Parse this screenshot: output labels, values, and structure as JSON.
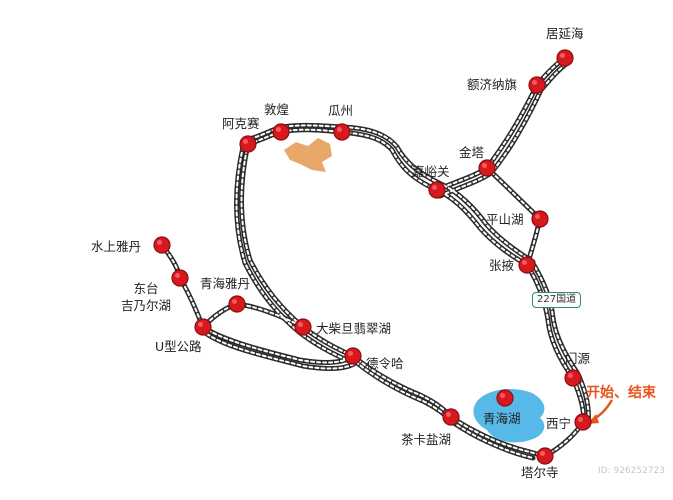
{
  "stops": [
    {
      "id": "juyanhai",
      "label": "居延海"
    },
    {
      "id": "ejinaqi",
      "label": "额济纳旗"
    },
    {
      "id": "jinta",
      "label": "金塔"
    },
    {
      "id": "jiayuguan",
      "label": "嘉峪关"
    },
    {
      "id": "pingshanhu",
      "label": "平山湖"
    },
    {
      "id": "zhangye",
      "label": "张掖"
    },
    {
      "id": "menyuan",
      "label": "门源"
    },
    {
      "id": "xining",
      "label": "西宁"
    },
    {
      "id": "taersi",
      "label": "塔尔寺"
    },
    {
      "id": "qinghaihu",
      "label": "青海湖"
    },
    {
      "id": "chaka",
      "label": "茶卡盐湖"
    },
    {
      "id": "delingha",
      "label": "德令哈"
    },
    {
      "id": "dachaidan",
      "label": "大柴旦翡翠湖"
    },
    {
      "id": "qinghaiyadan",
      "label": "青海雅丹"
    },
    {
      "id": "ugonglu",
      "label": "U型公路"
    },
    {
      "id": "dongtai",
      "label": "东台\n吉乃尔湖"
    },
    {
      "id": "shuishang",
      "label": "水上雅丹"
    },
    {
      "id": "akesai",
      "label": "阿克赛"
    },
    {
      "id": "dunhuang",
      "label": "敦煌"
    },
    {
      "id": "guazhou",
      "label": "瓜州"
    }
  ],
  "start_end_label": "开始、结束",
  "road_badge": "227国道",
  "colors": {
    "stop": "#d7191f",
    "stop_stroke": "#8a0d10",
    "route": "#2b2b2b",
    "lake": "#57b9e8",
    "highlight": "#e8541e",
    "region": "#e8a86a"
  },
  "watermark": "ID: 926252723"
}
